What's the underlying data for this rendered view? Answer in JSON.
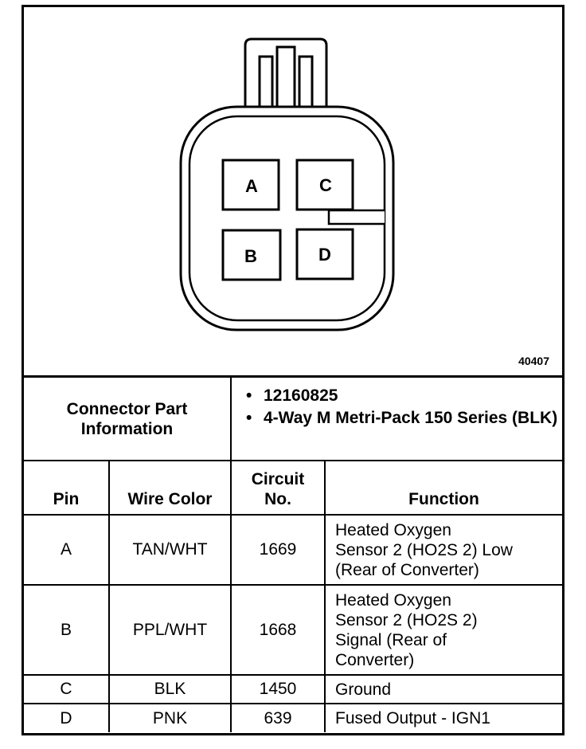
{
  "figure": {
    "pins": [
      "A",
      "C",
      "B",
      "D"
    ],
    "id": "40407"
  },
  "connector_info": {
    "label_line1": "Connector Part",
    "label_line2": "Information",
    "items": [
      "12160825",
      "4-Way M Metri-Pack 150 Series (BLK)"
    ]
  },
  "headers": {
    "pin": "Pin",
    "wire_color": "Wire Color",
    "circuit_line1": "Circuit",
    "circuit_line2": "No.",
    "function": "Function"
  },
  "rows": [
    {
      "pin": "A",
      "wire_color": "TAN/WHT",
      "circuit": "1669",
      "function": [
        "Heated Oxygen",
        "Sensor 2 (HO2S 2) Low",
        "(Rear of Converter)"
      ]
    },
    {
      "pin": "B",
      "wire_color": "PPL/WHT",
      "circuit": "1668",
      "function": [
        "Heated Oxygen",
        "Sensor 2 (HO2S 2)",
        "Signal (Rear of",
        "Converter)"
      ]
    },
    {
      "pin": "C",
      "wire_color": "BLK",
      "circuit": "1450",
      "function": [
        "Ground"
      ]
    },
    {
      "pin": "D",
      "wire_color": "PNK",
      "circuit": "639",
      "function": [
        "Fused Output - IGN1"
      ]
    }
  ]
}
